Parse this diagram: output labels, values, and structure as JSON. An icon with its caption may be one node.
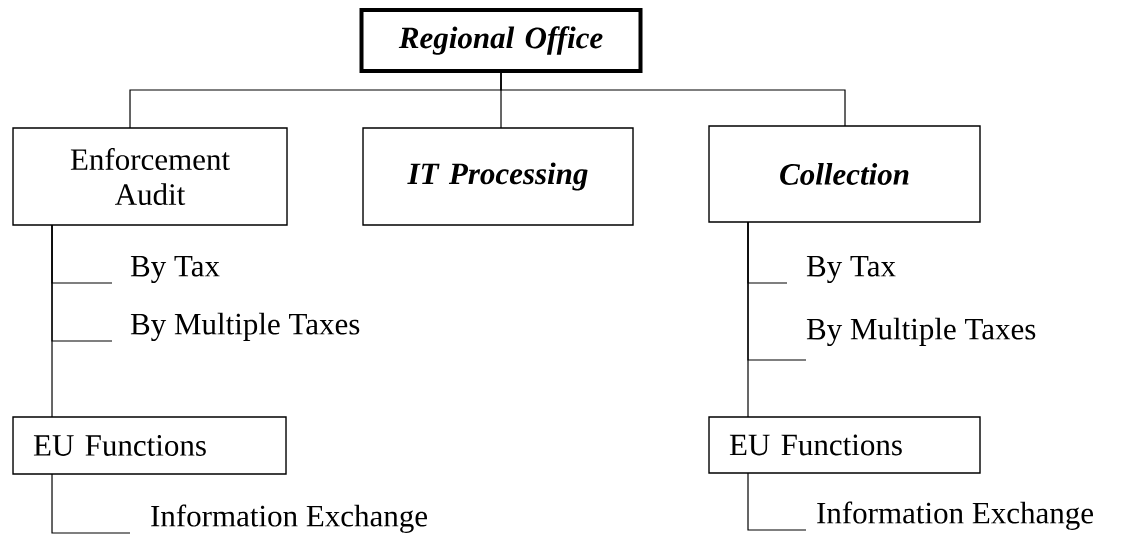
{
  "diagram": {
    "nodes": [
      {
        "text": [
          "Regional Office"
        ]
      },
      {
        "text": [
          "Enforcement Audit"
        ]
      },
      {
        "text": [
          "IT Processing"
        ]
      },
      {
        "text": [
          "Collection"
        ]
      },
      {
        "text": [
          "By Tax"
        ]
      },
      {
        "text": [
          "By Multiple Taxes"
        ]
      },
      {
        "text": [
          "EU Functions"
        ]
      },
      {
        "text": [
          "Information Exchange"
        ]
      },
      {
        "text": [
          "By Tax"
        ]
      },
      {
        "text": [
          "By Multiple Taxes"
        ]
      },
      {
        "text": [
          "EU Functions"
        ]
      },
      {
        "text": [
          "Information Exchange"
        ]
      }
    ],
    "edges": [
      {
        "from": 0,
        "to": 1,
        "arrow": "none"
      },
      {
        "from": 0,
        "to": 2,
        "arrow": "none"
      },
      {
        "from": 0,
        "to": 3,
        "arrow": "none"
      },
      {
        "from": 1,
        "to": 4,
        "arrow": "none"
      },
      {
        "from": 1,
        "to": 5,
        "arrow": "none"
      },
      {
        "from": 1,
        "to": 6,
        "arrow": "none"
      },
      {
        "from": 6,
        "to": 7,
        "arrow": "none"
      },
      {
        "from": 3,
        "to": 8,
        "arrow": "none"
      },
      {
        "from": 3,
        "to": 9,
        "arrow": "none"
      },
      {
        "from": 3,
        "to": 10,
        "arrow": "none"
      },
      {
        "from": 10,
        "to": 11,
        "arrow": "none"
      }
    ]
  }
}
